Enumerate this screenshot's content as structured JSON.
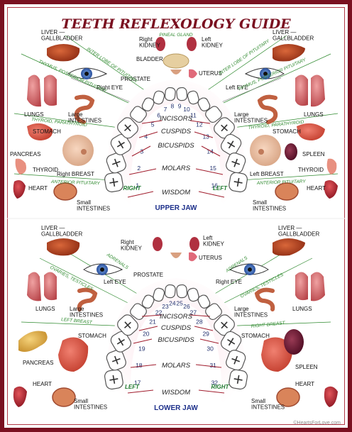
{
  "title": "TEETH REFLEXOLOGY GUIDE",
  "credit": "©HeartsForLove.com",
  "zones": {
    "incisors": "INCISORS",
    "cuspids": "CUSPIDS",
    "bicuspids": "BICUSPIDS",
    "molars": "MOLARS",
    "wisdom": "WISDOM"
  },
  "sides": {
    "right": "RIGHT",
    "left": "LEFT"
  },
  "upper": {
    "jaw_label": "UPPER JAW",
    "organs": {
      "liver_left": "LIVER —\nGALLBLADDER",
      "liver_right": "LIVER —\nGALLBLADDER",
      "right_kidney": "Right\nKIDNEY",
      "left_kidney": "Left\nKIDNEY",
      "pineal": "PINEAL GLAND",
      "bladder": "BLADDER",
      "prostate": "PROSTATE",
      "uterus": "UTERUS",
      "right_eye": "Right EYE",
      "left_eye": "Left EYE",
      "lungs_l": "LUNGS",
      "lungs_r": "LUNGS",
      "large_int_l": "Large\nINTESTINES",
      "large_int_r": "Large\nINTESTINES",
      "stomach_l": "STOMACH",
      "stomach_r": "STOMACH",
      "pancreas": "PANCREAS",
      "spleen": "SPLEEN",
      "thyroid_l": "THYROID",
      "thyroid_r": "THYROID",
      "right_breast": "Right BREAST",
      "left_breast": "Left BREAST",
      "heart_l": "HEART",
      "heart_r": "HEART",
      "small_int_l": "Small\nINTESTINES",
      "small_int_r": "Small\nINTESTINES"
    },
    "glands": {
      "inter_lobe_l": "INTER LOBE OF PITUITARY",
      "inter_lobe_r": "INTER LOBE OF PITUITARY",
      "thymus_l": "THYMUS, POSTERIOR PITUITARY",
      "thymus_r": "THYMUS, POSTERIOR PITUITARY",
      "thyroid_para_l": "THYROID, PARATHYROID",
      "thyroid_para_r": "THYROID, PARATHYROID",
      "anterior_l": "ANTERIOR PITUITARY",
      "anterior_r": "ANTERIOR PITUITARY"
    },
    "teeth": [
      "1",
      "2",
      "3",
      "4",
      "5",
      "6",
      "7",
      "8",
      "9",
      "10",
      "11",
      "12",
      "13",
      "14",
      "15",
      "16"
    ]
  },
  "lower": {
    "jaw_label": "LOWER JAW",
    "organs": {
      "liver_left": "LIVER —\nGALLBLADDER",
      "liver_right": "LIVER —\nGALLBLADDER",
      "right_kidney": "Right\nKIDNEY",
      "left_kidney": "Left\nKIDNEY",
      "uterus": "UTERUS",
      "prostate": "PROSTATE",
      "left_eye": "Left EYE",
      "right_eye": "Right EYE",
      "lungs_l": "LUNGS",
      "lungs_r": "LUNGS",
      "large_int_l": "Large\nINTESTINES",
      "large_int_r": "Large\nINTESTINES",
      "stomach_l": "STOMACH",
      "stomach_r": "STOMACH",
      "pancreas": "PANCREAS",
      "spleen": "SPLEEN",
      "heart_l": "HEART",
      "heart_r": "HEART",
      "small_int_l": "Small\nINTESTINES",
      "small_int_r": "Small\nINTESTINES"
    },
    "glands": {
      "adrenals_l": "ADRENALS",
      "adrenals_r": "ADRENALS",
      "ovaries_l": "OVARIES, TESTICLES",
      "ovaries_r": "OVARIES, TESTICLES",
      "left_breast": "LEFT BREAST",
      "right_breast": "RIGHT BREAST"
    },
    "teeth": [
      "17",
      "18",
      "19",
      "20",
      "21",
      "22",
      "23",
      "24",
      "25",
      "26",
      "27",
      "28",
      "29",
      "30",
      "31",
      "32"
    ]
  }
}
